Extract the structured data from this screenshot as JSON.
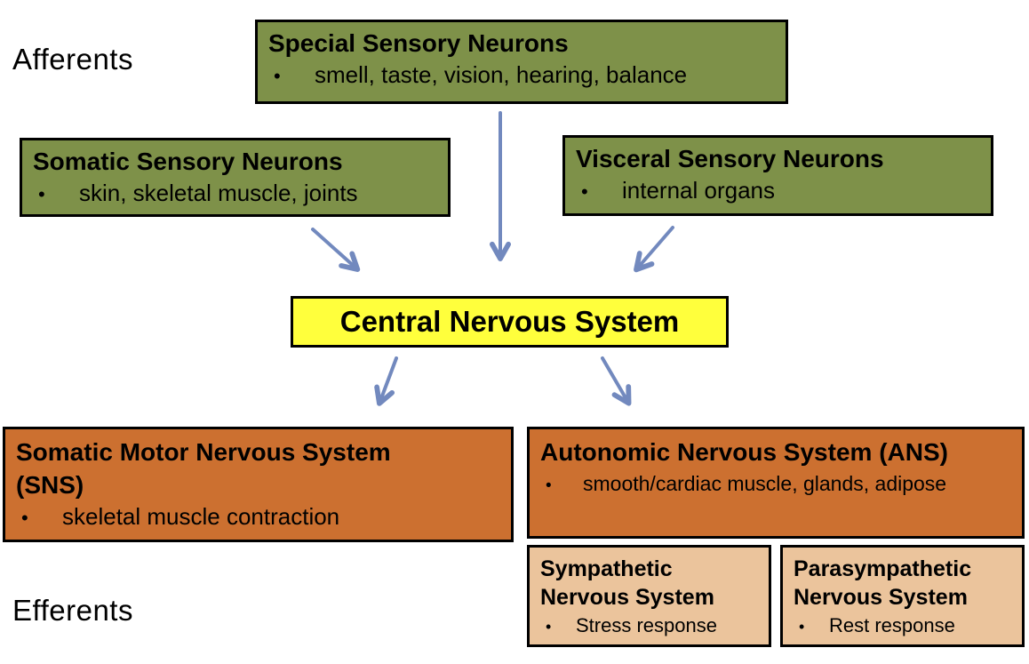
{
  "slide": {
    "afferents_label": "Afferents",
    "efferents_label": "Efferents"
  },
  "bullet_char": "•",
  "boxes": {
    "special_sensory": {
      "title": "Special Sensory Neurons",
      "bullet": "smell, taste, vision, hearing, balance"
    },
    "somatic_sensory": {
      "title": "Somatic Sensory Neurons",
      "bullet": "skin, skeletal muscle, joints"
    },
    "visceral_sensory": {
      "title": "Visceral Sensory Neurons",
      "bullet": "internal organs"
    },
    "central": {
      "title": "Central Nervous System"
    },
    "somatic_motor": {
      "title": "Somatic Motor Nervous System (SNS)",
      "bullet": "skeletal muscle contraction"
    },
    "autonomic": {
      "title": "Autonomic Nervous System (ANS)",
      "bullet": "smooth/cardiac muscle, glands, adipose"
    },
    "sympathetic": {
      "title": "Sympathetic Nervous System",
      "bullet": "Stress response"
    },
    "parasympathetic": {
      "title": "Parasympathetic Nervous System",
      "bullet": "Rest response"
    }
  },
  "arrows": [
    "arrow-special-sensory-to-cns",
    "arrow-somatic-sensory-to-cns",
    "arrow-visceral-sensory-to-cns",
    "arrow-cns-to-somatic-motor",
    "arrow-cns-to-autonomic"
  ],
  "colors": {
    "green": "#7E9149",
    "yellow": "#FFFF3C",
    "orange": "#CC7030",
    "tan": "#EBC49C",
    "arrow": "#7289BE",
    "border": "#000000",
    "text": "#000000",
    "background": "#FFFFFF"
  }
}
